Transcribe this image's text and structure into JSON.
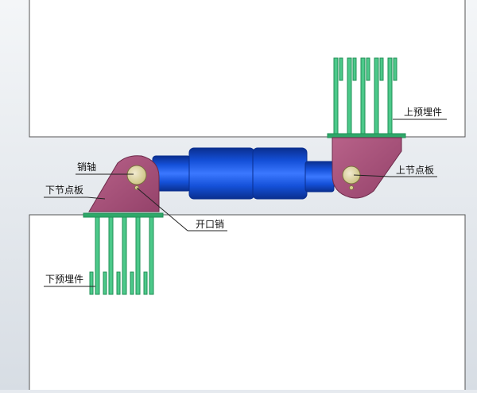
{
  "labels": {
    "upper_embed": "上预埋件",
    "upper_node_plate": "上节点板",
    "pin_shaft": "销轴",
    "lower_node_plate": "下节点板",
    "cotter_pin": "开口销",
    "lower_embed": "下预埋件"
  },
  "colors": {
    "background_top": "#f4f6f8",
    "background_bottom": "#d7dde4",
    "concrete_block": "#ffffff",
    "block_outline": "#555555",
    "embed_bar": "#4cc98a",
    "embed_bar_edge": "#1f8f55",
    "base_plate": "#2fa86a",
    "node_plate": "#a8527a",
    "node_plate_edge": "#6d2a4a",
    "pin": "#d9cf8c",
    "pin_edge": "#7a7040",
    "cylinder_dark": "#0a2f8f",
    "cylinder_mid": "#1450d8",
    "cylinder_light": "#3b78ff",
    "leader_line": "#222222"
  }
}
